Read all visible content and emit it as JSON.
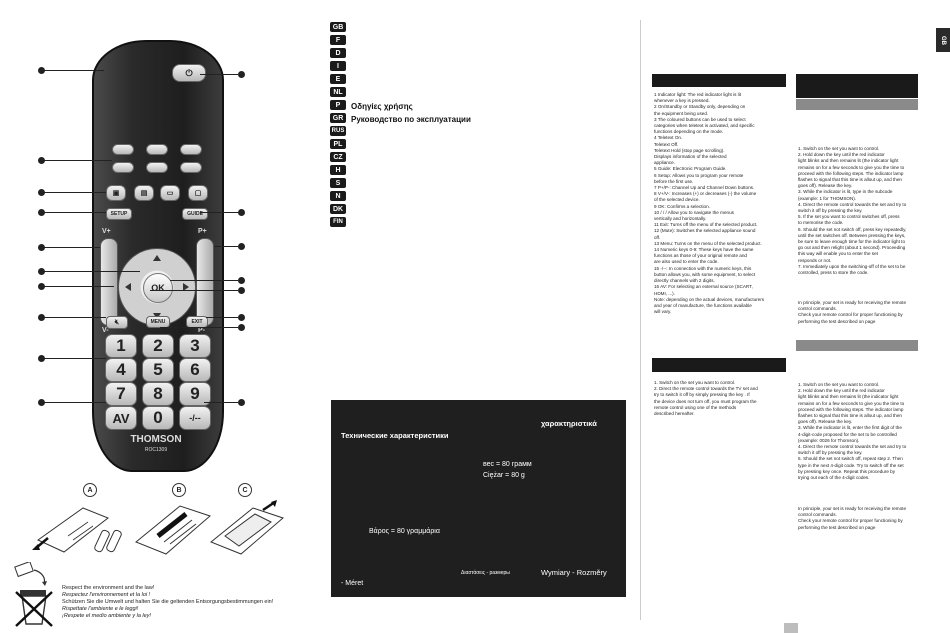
{
  "remote": {
    "brand": "THOMSON",
    "model": "ROC1309",
    "keys": {
      "setup": "SETUP",
      "guide": "GUIDE",
      "menu": "MENU",
      "exit": "EXIT",
      "ok": "OK",
      "vplus": "V+",
      "pplus": "P+",
      "vminus": "V-",
      "pminus": "P-",
      "av": "AV",
      "numbers": [
        "1",
        "2",
        "3",
        "4",
        "5",
        "6",
        "7",
        "8",
        "9",
        "0"
      ]
    }
  },
  "battery_labels": [
    "A",
    "B",
    "C"
  ],
  "recycle_lines": [
    "Respect the environment and the law!",
    "Respectez l'environnement et la loi !",
    "Schützen Sie die Umwelt und halten Sie die geltenden Entsorgungsbestimmungen ein!",
    "Rispettate l'ambiente e le leggi!",
    "¡Respete el medio ambiente y la ley!"
  ],
  "languages": [
    "GB",
    "F",
    "D",
    "I",
    "E",
    "NL",
    "P",
    "GR",
    "RUS",
    "PL",
    "CZ",
    "H",
    "S",
    "N",
    "DK",
    "FIN"
  ],
  "language_titles": {
    "GR": "Οδηγίες χρήσης",
    "RUS": "Руководство по эксплуатации"
  },
  "specs": {
    "gr_title": "χαρακτηριστικά",
    "ru_title": "Технические характеристики",
    "weight_ru": "вес = 80 грамм",
    "weight_pl": "Ciężar = 80 g",
    "weight_gr": "Βάρος = 80 γραμμάρια",
    "dims_small": "Διαστάσεις - размеры",
    "dims_pl_cz": "Wymiary - Rozměry",
    "dims_hu": "- Méret"
  },
  "functions": [
    "1      Indicator light: The red indicator light is lit",
    "        whenever a key is pressed.",
    "2           On/Standby or Standby only, depending on",
    "        the equipment being used.",
    "3      The coloured buttons can be used to select",
    "        categories when teletext is activated, and specific",
    "        functions depending on the mode.",
    "4             Teletext On.",
    "               Teletext Off.",
    "               Teletext Hold (stop page scrolling).",
    "               Displays information of the selected",
    "        appliance.",
    "5      Guide: Electronic Program Guide.",
    "6      Setup: Allows you to program your remote",
    "        before the first use.",
    "7      P+/P-: Channel Up and Channel Down buttons.",
    "8      V+/V-: Increases (+) or decreases (-) the volume",
    "        of the selected device.",
    "9      OK: Confirms a selection.",
    "10       /   /   /     Allow you to navigate the menus",
    "        vertically and horizontally.",
    "11     Exit: Turns off the menu of the selected product.",
    "12          (Mute): Switches the selected appliance sound",
    "        off.",
    "13     Menu: Turns on the menu of the selected product.",
    "14     Numeric keys 0-9: These keys have the same",
    "        functions as those of your original remote and",
    "        are also used to enter the code.",
    "15       -/--: In connection with the numeric keys, this",
    "        button allows you, with some equipment, to select",
    "        directly channels with 2 digits.",
    "16     AV: For selecting an external source (SCART,",
    "        HDMI, ...).",
    "Note: depending on the actual devices, manufacturers",
    "        and year of manufacture, the functions available",
    "        will vary."
  ],
  "auto_search": [
    "1. Switch on the set you want to control.",
    "2. Direct the remote control towards the TV set and",
    "    try to switch it off by simply pressing the key      . If",
    "    the device does not turn off, you must program the",
    "    remote control using one of the methods",
    "         described hereafter."
  ],
  "code_entry": [
    "1. Switch on the set you want to control.",
    "2. Hold down the                 key until the red indicator",
    "    light blinks and then remains lit (the indicator light",
    "    remains on for a few seconds to give you the time to",
    "    proceed with the following steps. The indicator lamp",
    "    flashes to signal that this time is allout up, and then",
    "    goes off). Release the                key.",
    "3. While the indicator is lit, type in the subcode",
    "    (example: 1 for THOMSON).",
    "4. Direct the remote control towards the set and try to",
    "    switch it off by pressing the key.",
    "5. If the set you want to control switches off, press",
    "    to memorise the code.",
    "6. Should the set not switch off, press key      repeatedly,",
    "    until the set switches off. Between pressing the keys,",
    "    be sure to leave enough time for the indicator light to",
    "    go out and then relight (about 1 second). Proceeding",
    "    this way will enable you to enter the set",
    "    responds or not.",
    "7. Immediately upon the switching-off of the set to be",
    "    controlled, press        to store the code."
  ],
  "code_note": [
    "In principle, your set is ready for receiving the remote",
    "control commands.",
    "Check your remote control for proper functioning by",
    "performing the test described on page"
  ],
  "digit_entry": [
    "1. Switch on the set you want to control.",
    "2. Hold down the                 key until the red indicator",
    "    light blinks and then remains lit (the indicator light",
    "    remains on for a few seconds to give you the time to",
    "    proceed with the following steps. The indicator lamp",
    "    flashes to signal that this time is allout up, and then",
    "    goes off). Release the                key.",
    "3. While the indicator is lit, enter the first digit of the",
    "    4-digit-code proposed for the set to be controlled",
    "    (example: 0026 for Thomson).",
    "4. Direct the remote control towards the set and try to",
    "    switch it off by pressing the key.",
    "5. Should the set not switch off, repeat step 2. Then",
    "    type in the next 4-digit code. Try to switch off the set",
    "    by pressing key        once. Repeat this procedure by",
    "    trying out each of the 4-digit codes."
  ],
  "digit_note": [
    "In principle, your set is ready for receiving the remote",
    "control commands.",
    "Check your remote control for proper functioning by",
    "performing the test described on page"
  ],
  "side_tab": "GB"
}
